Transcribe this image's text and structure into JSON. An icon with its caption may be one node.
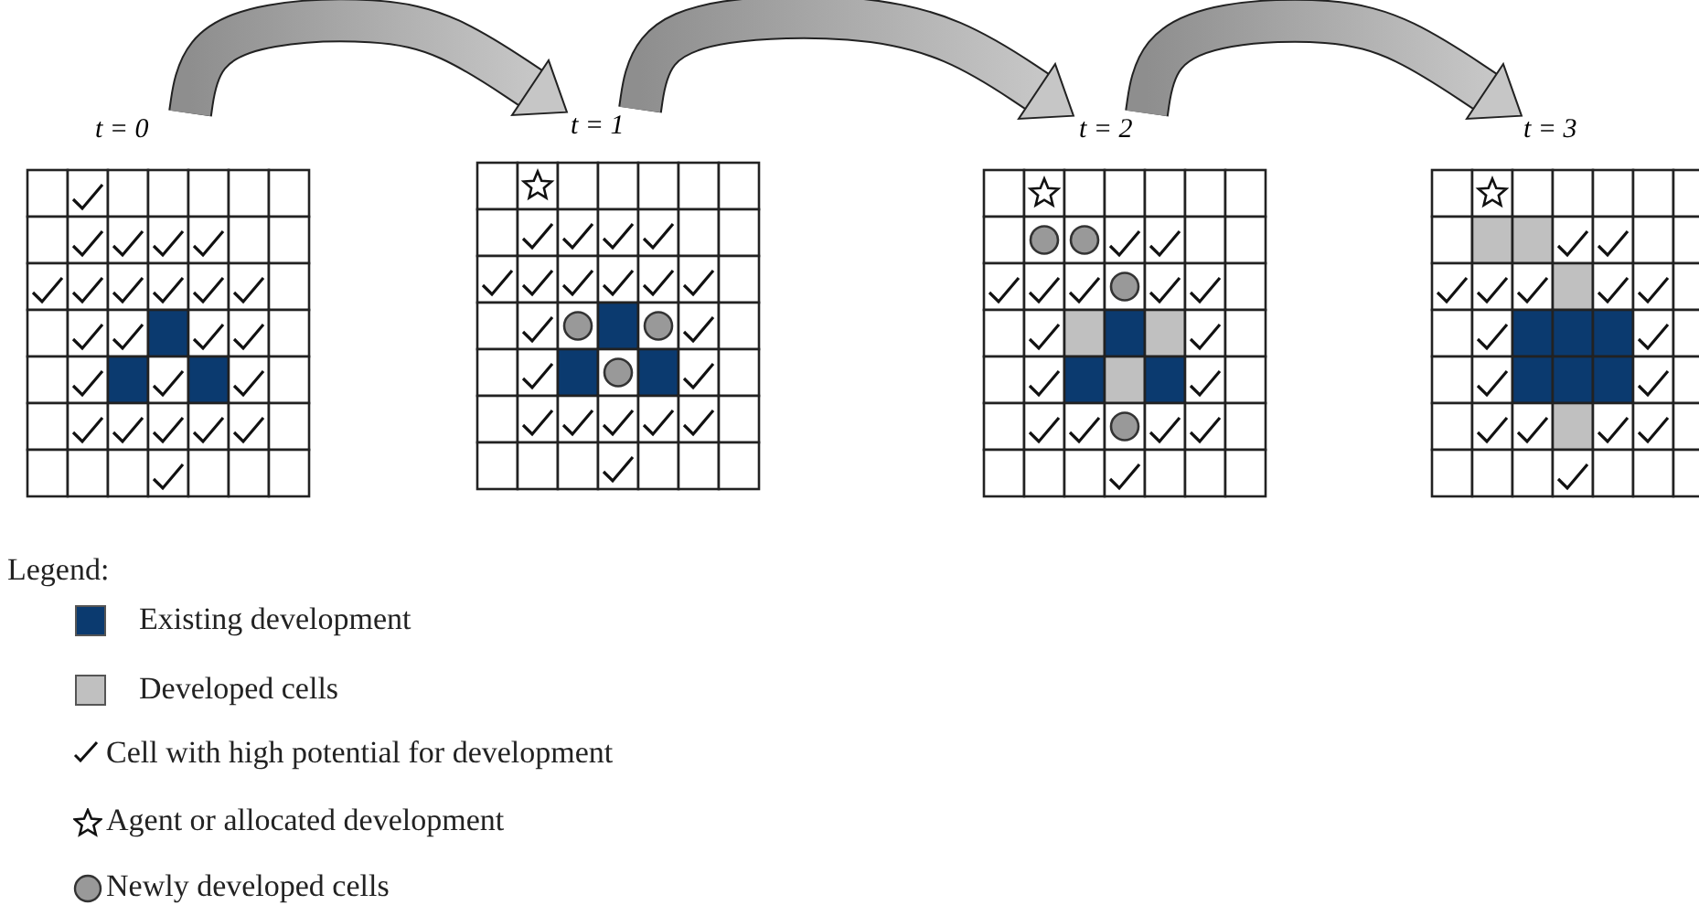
{
  "diagram": {
    "nodes": [
      {
        "text": [
          "t = 0"
        ]
      },
      {
        "text": [
          "t = 1"
        ]
      },
      {
        "text": [
          "t = 2"
        ]
      },
      {
        "text": [
          "t = 3"
        ]
      }
    ],
    "edges": [
      {
        "from": 0,
        "to": 1,
        "arrow": "to",
        "style": "thick"
      },
      {
        "from": 1,
        "to": 2,
        "arrow": "to",
        "style": "thick"
      },
      {
        "from": 2,
        "to": 3,
        "arrow": "to",
        "style": "thick"
      }
    ],
    "labels": [
      "Legend:"
    ],
    "legend": [
      {
        "text": "Existing development",
        "color": "#0b3a6f"
      },
      {
        "text": "Developed cells",
        "color": "#c0c0c0"
      },
      {
        "text": "Cell with high potential for development"
      },
      {
        "text": "Agent or allocated development"
      },
      {
        "text": "Newly developed cells"
      }
    ]
  }
}
